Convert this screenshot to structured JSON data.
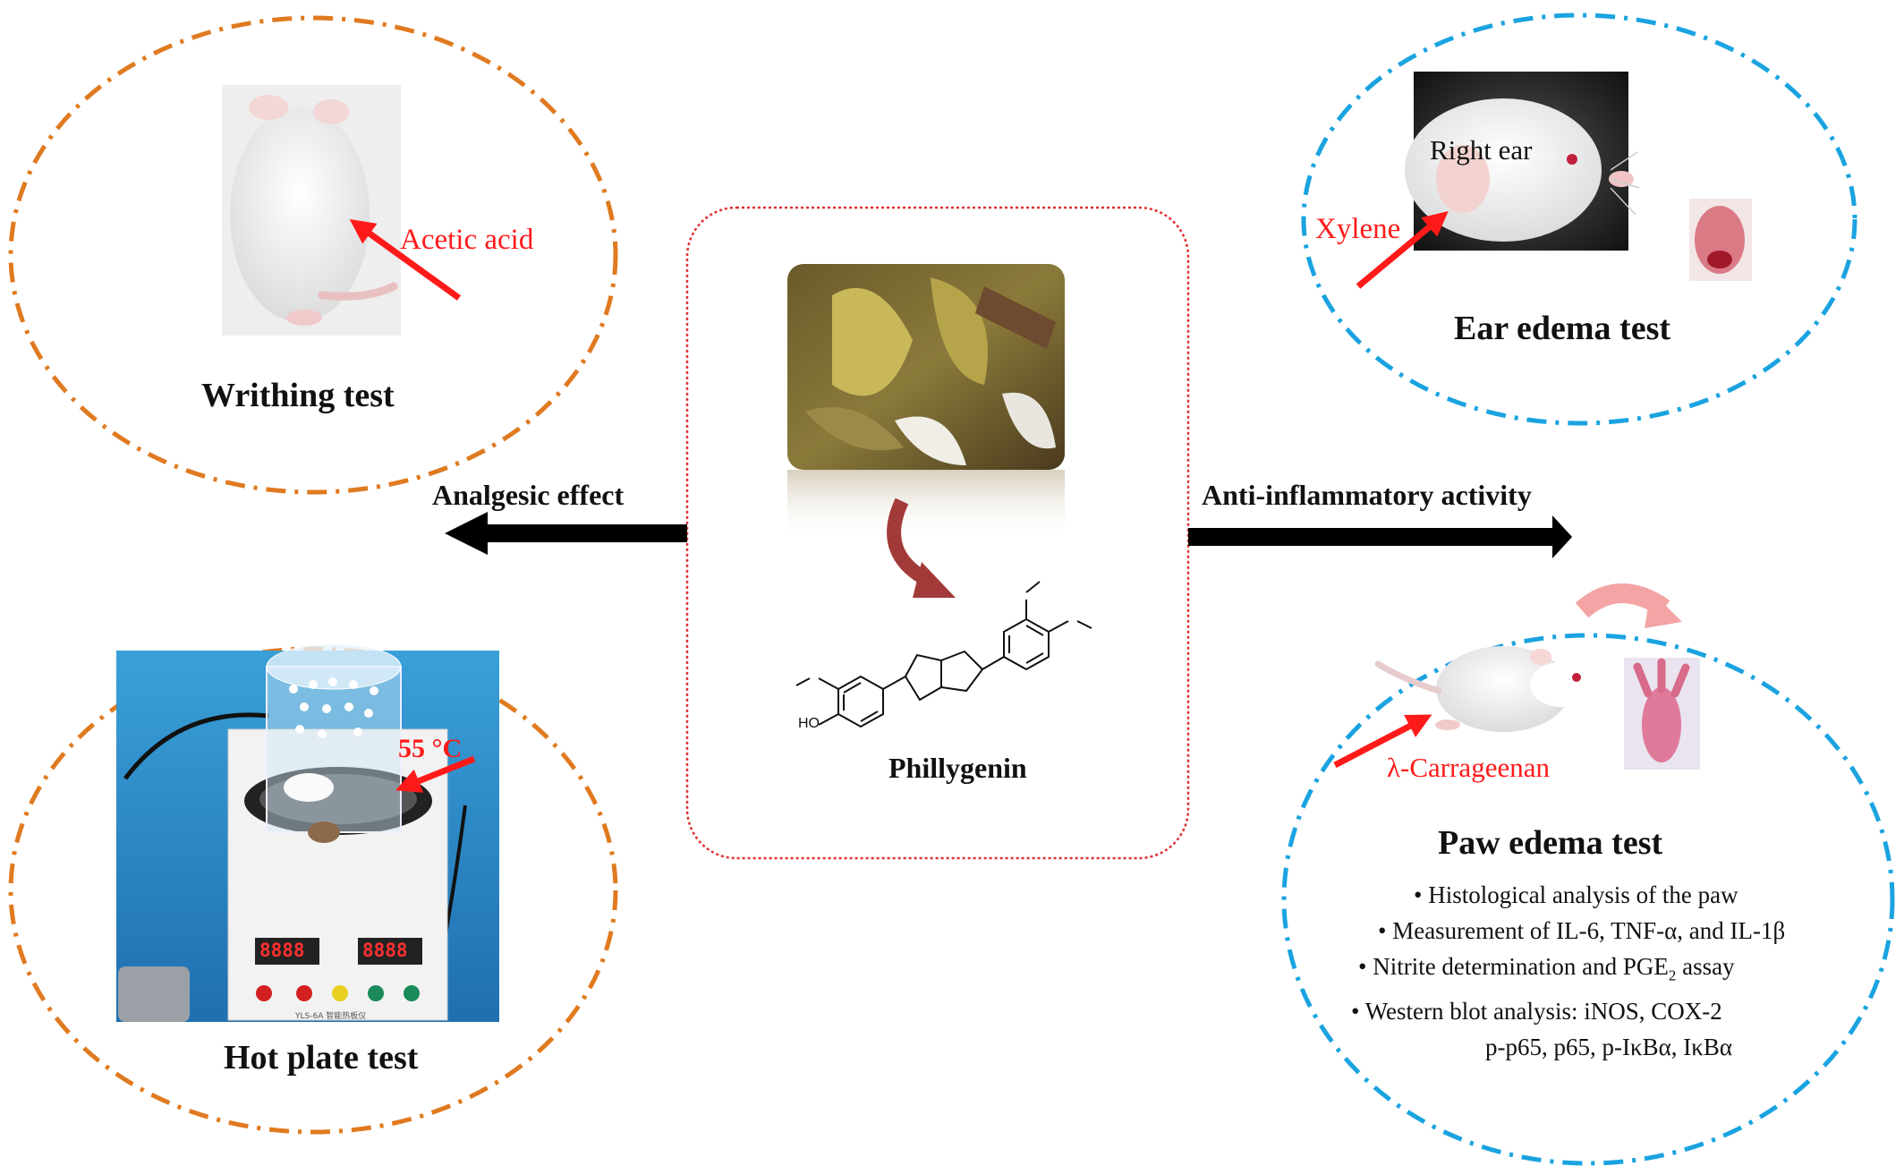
{
  "center": {
    "compound_name": "Phillygenin",
    "chem_substituents": {
      "ho": "HO"
    }
  },
  "arrows": {
    "left_label": "Analgesic effect",
    "right_label": "Anti-inflammatory activity"
  },
  "writhing": {
    "title": "Writhing test",
    "agent": "Acetic acid"
  },
  "hotplate": {
    "title": "Hot plate test",
    "temperature": "55 °C",
    "device_model": "YLS-6A 智能热板仪",
    "display_left": "8888",
    "display_right": "8888"
  },
  "ear": {
    "title": "Ear edema test",
    "label": "Right ear",
    "agent": "Xylene"
  },
  "paw": {
    "title": "Paw edema test",
    "agent": "λ-Carrageenan",
    "bullets": [
      "• Histological analysis of the paw",
      "• Measurement of IL-6, TNF-α, and IL-1β",
      "• Nitrite determination and PGE",
      "• Western blot analysis: iNOS, COX-2",
      "p-p65, p65, p-IκBα, IκBα"
    ],
    "pge_subscript": "2",
    "pge_suffix": " assay"
  },
  "colors": {
    "orange_circle": "#e07a20",
    "blue_circle": "#1aa3e0",
    "red_accent": "#ff1a1a",
    "center_border": "#e03030",
    "dark_red_arrow": "#a33a3a"
  },
  "icons": {
    "mouse_photo": "mouse-icon",
    "leaves_photo": "herb-leaves-icon",
    "hotplate_photo": "hotplate-device-icon",
    "paw_photo": "paw-icon"
  }
}
